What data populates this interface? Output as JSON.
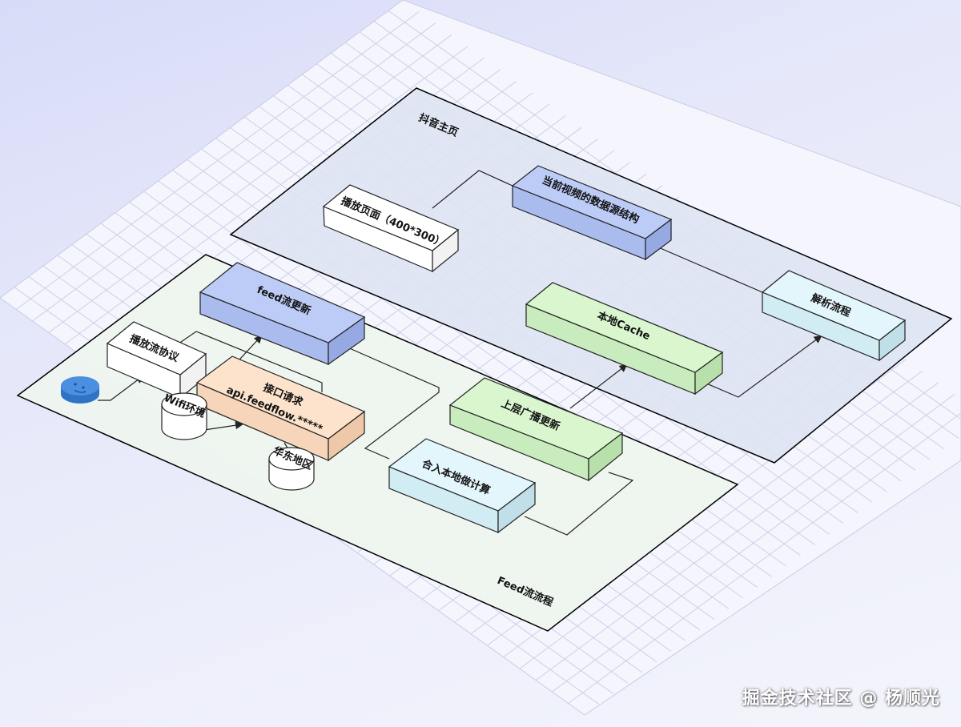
{
  "colors": {
    "blue_box": "#bcccf7",
    "peach_box": "#fde3cc",
    "green_box": "#d9f6cf",
    "cyan_box": "#e3f6fb",
    "white_box": "#ffffff",
    "group_douyin": "#dde4f2",
    "group_feed": "#eef6ef",
    "user_icon": "#4a8fe0"
  },
  "groups": {
    "douyin_home": {
      "title": "抖音主页"
    },
    "feed_flow": {
      "title": "Feed流流程"
    }
  },
  "boxes": {
    "play_page": "播放页面（400*300）",
    "current_data": "当前视频的数据源结构",
    "parse_flow": "解析流程",
    "local_cache": "本地Cache",
    "feed_update": "feed流更新",
    "play_protocol": "播放流协议",
    "api_request_line1": "接口请求",
    "api_request_line2": "api.feedflow.*****",
    "upper_broadcast": "上层广播更新",
    "merge_local": "合入本地做计算"
  },
  "cylinders": {
    "wifi": "Wifi环境",
    "east_china": "华东地区"
  },
  "icons": {
    "user": "smiley-user-icon"
  },
  "watermark": "掘金技术社区 @ 杨顺光"
}
